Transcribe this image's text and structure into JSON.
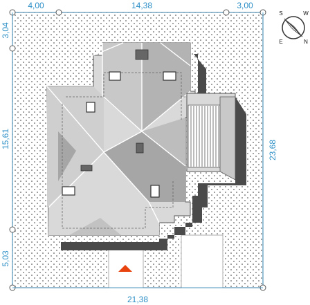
{
  "dimensions": {
    "top": [
      "4,00",
      "14,38",
      "3,00"
    ],
    "bottom": "21,38",
    "left": [
      "3,04",
      "15,61",
      "5,03"
    ],
    "right": "23,68"
  },
  "compass": {
    "letters": [
      "S",
      "W",
      "E",
      "N"
    ]
  },
  "colors": {
    "dots": "#333333",
    "roof_light": "#d9d9d9",
    "roof_mid": "#bfbfbf",
    "roof_dark": "#a6a6a6",
    "shadow": "#4a4a4a",
    "entrance_marker": "#e8420f"
  }
}
